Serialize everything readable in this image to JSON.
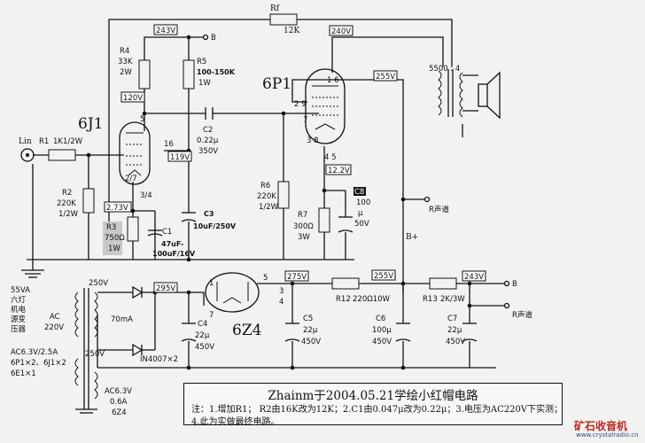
{
  "tubes": {
    "preamp": "6J1",
    "power": "6P1",
    "rectifier": "6Z4"
  },
  "voltages": {
    "b1": "243V",
    "b2": "240V",
    "plate_6j1": "120V",
    "grid_6j1": "119V",
    "cathode_6j1": "2.73V",
    "screen": "255V",
    "cathode_6p1": "12.2V",
    "filter_out": "275V",
    "rect_out": "295V",
    "b3": "255V",
    "b4": "243V",
    "xfmr_ac": "250V"
  },
  "components": {
    "rf": {
      "name": "Rf",
      "value": "12K"
    },
    "r1": {
      "name": "R1",
      "value": "1K1/2W"
    },
    "r2": {
      "name": "R2",
      "value1": "220K",
      "value2": "1/2W"
    },
    "r3": {
      "name": "R3",
      "value1": "750Ω",
      "value2": "1W"
    },
    "r4": {
      "name": "R4",
      "value1": "33K",
      "value2": "2W"
    },
    "r5": {
      "name": "R5",
      "value1": "100-150K",
      "value2": "1W"
    },
    "r6": {
      "name": "R6",
      "value1": "220K",
      "value2": "1/2W"
    },
    "r7": {
      "name": "R7",
      "value1": "300Ω",
      "value2": "3W"
    },
    "r12": {
      "name": "R12",
      "value": "220Ω10W"
    },
    "r13": {
      "name": "R13",
      "value": "2K/3W"
    },
    "c1": {
      "name": "C1",
      "value1": "47uF-",
      "value2": "100uF/16V"
    },
    "c2": {
      "name": "C2",
      "value1": "0.22μ",
      "value2": "350V"
    },
    "c3": {
      "name": "C3",
      "value": "10uF/250V"
    },
    "c4": {
      "name": "C4",
      "value1": "22μ",
      "value2": "450V"
    },
    "c5": {
      "name": "C5",
      "value1": "22μ",
      "value2": "450V"
    },
    "c6": {
      "name": "C6",
      "value1": "100μ",
      "value2": "450V"
    },
    "c7": {
      "name": "C7",
      "value1": "22μ",
      "value2": "450V"
    },
    "c8": {
      "name": "C8",
      "value1": "100",
      "value2": "μ",
      "value3": "50V"
    },
    "diodes": "IN4007×2",
    "current": "70mA",
    "output_xfmr": "5500 : 4"
  },
  "pins": {
    "p5": "5",
    "p16": "16",
    "p27": "2/7",
    "p34": "3/4",
    "p29": "2 9",
    "p16b": "1 6",
    "p7": "7",
    "p38": "3 8",
    "p45": "4 5",
    "z1": "1",
    "z7": "7",
    "z5": "5",
    "z3": "3",
    "z4": "4"
  },
  "labels": {
    "b_top": "B",
    "b_right": "B",
    "b_plus": "B+",
    "lin": "Lin",
    "r_channel1": "R声道",
    "r_channel2": "R声道"
  },
  "power_xfmr": {
    "primary": [
      "55VA",
      "六灯",
      "机电",
      "源变",
      "压器"
    ],
    "ac_in": [
      "AC",
      "220V"
    ],
    "sec_heater": [
      "AC6.3V/2.5A",
      "6P1×2、6J1×2",
      "6E1×1"
    ],
    "sec_rect": [
      "AC6.3V",
      "0.6A",
      "6Z4"
    ]
  },
  "note": {
    "title": "Zhainm于2004.05.21学绘小红帽电路",
    "line1": "注：1.增加R1；  R2由16K改为12K；2.C1由0.047μ改为0.22μ；3.电压为AC220V下实测；",
    "line2": "4.此为实做最终电路。"
  },
  "logo": {
    "text": "矿石收音机",
    "url": "www.crystalradio.cn"
  }
}
